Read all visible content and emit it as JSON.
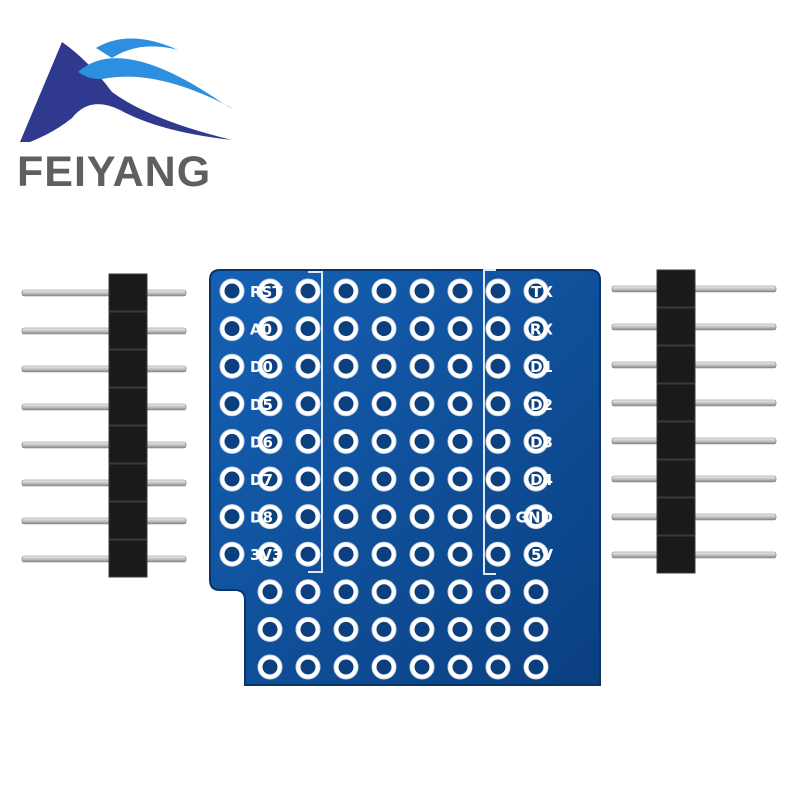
{
  "brand": {
    "name": "FEIYANG",
    "text_color": "#5f5f5f",
    "logo_colors": [
      "#2f3a8f",
      "#2d8fe0"
    ]
  },
  "board": {
    "pcb_color": "#0d4f9e",
    "pad_color": "#ffffff",
    "columns": 9,
    "rows": 11,
    "left_labels": [
      "RST",
      "A0",
      "D0",
      "D5",
      "D6",
      "D7",
      "D8",
      "3V3"
    ],
    "right_labels": [
      "TX",
      "RX",
      "D1",
      "D2",
      "D3",
      "D4",
      "GND",
      "5V"
    ]
  },
  "headers": {
    "pin_count": 8,
    "body_color": "#1a1a1a",
    "pin_color": "#c8c8c8"
  }
}
